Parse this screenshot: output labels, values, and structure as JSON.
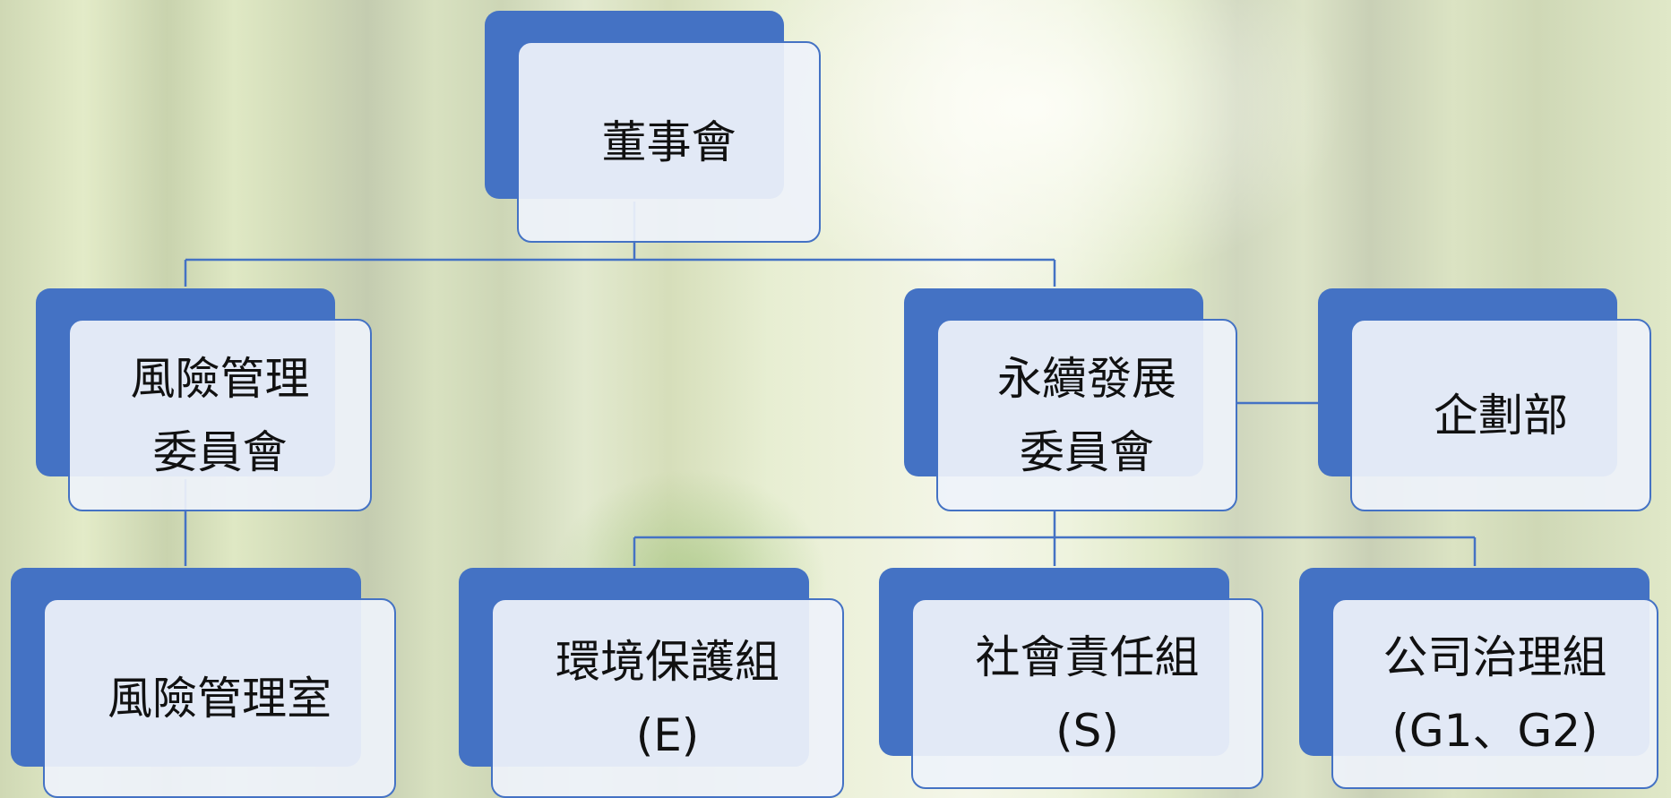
{
  "colors": {
    "box_back": "#4472c4",
    "box_front": "#eef2fa",
    "line": "#4472c4"
  },
  "nodes": {
    "board": {
      "lines": [
        "董事會"
      ]
    },
    "risk_committee": {
      "lines": [
        "風險管理",
        "委員會"
      ]
    },
    "sustainability_committee": {
      "lines": [
        "永續發展",
        "委員會"
      ]
    },
    "planning_dept": {
      "lines": [
        "企劃部"
      ]
    },
    "risk_office": {
      "lines": [
        "風險管理室"
      ]
    },
    "env_group": {
      "lines": [
        "環境保護組",
        "(E)"
      ]
    },
    "social_group": {
      "lines": [
        "社會責任組",
        "(S)"
      ]
    },
    "governance_group": {
      "lines": [
        "公司治理組",
        "(G1、G2)"
      ]
    }
  }
}
